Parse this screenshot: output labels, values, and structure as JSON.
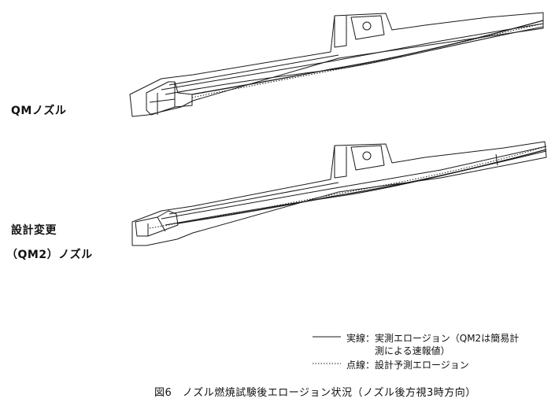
{
  "labels": {
    "nozzle_qm": "QMノズル",
    "nozzle_qm2_line1": "設計変更",
    "nozzle_qm2_line2": "（QM2）ノズル"
  },
  "legend": {
    "solid_label": "実線：実測エロージョン（QM2は簡易計",
    "solid_label_cont": "測による速報値）",
    "dotted_label": "点線：設計予測エロージョン"
  },
  "caption": "図6　ノズル燃焼試験後エロージョン状況（ノズル後方視3時方向）"
}
